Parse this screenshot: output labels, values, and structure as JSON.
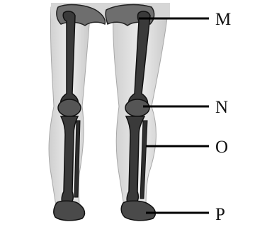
{
  "diagram": {
    "labels": {
      "m": "M",
      "n": "N",
      "o": "O",
      "p": "P"
    },
    "colors": {
      "bone": "#2a2a2a",
      "bone_light": "#5a5a5a",
      "skin": "#e2e2e2",
      "skin_shadow": "#bdbdbd",
      "leader": "#000000"
    }
  }
}
